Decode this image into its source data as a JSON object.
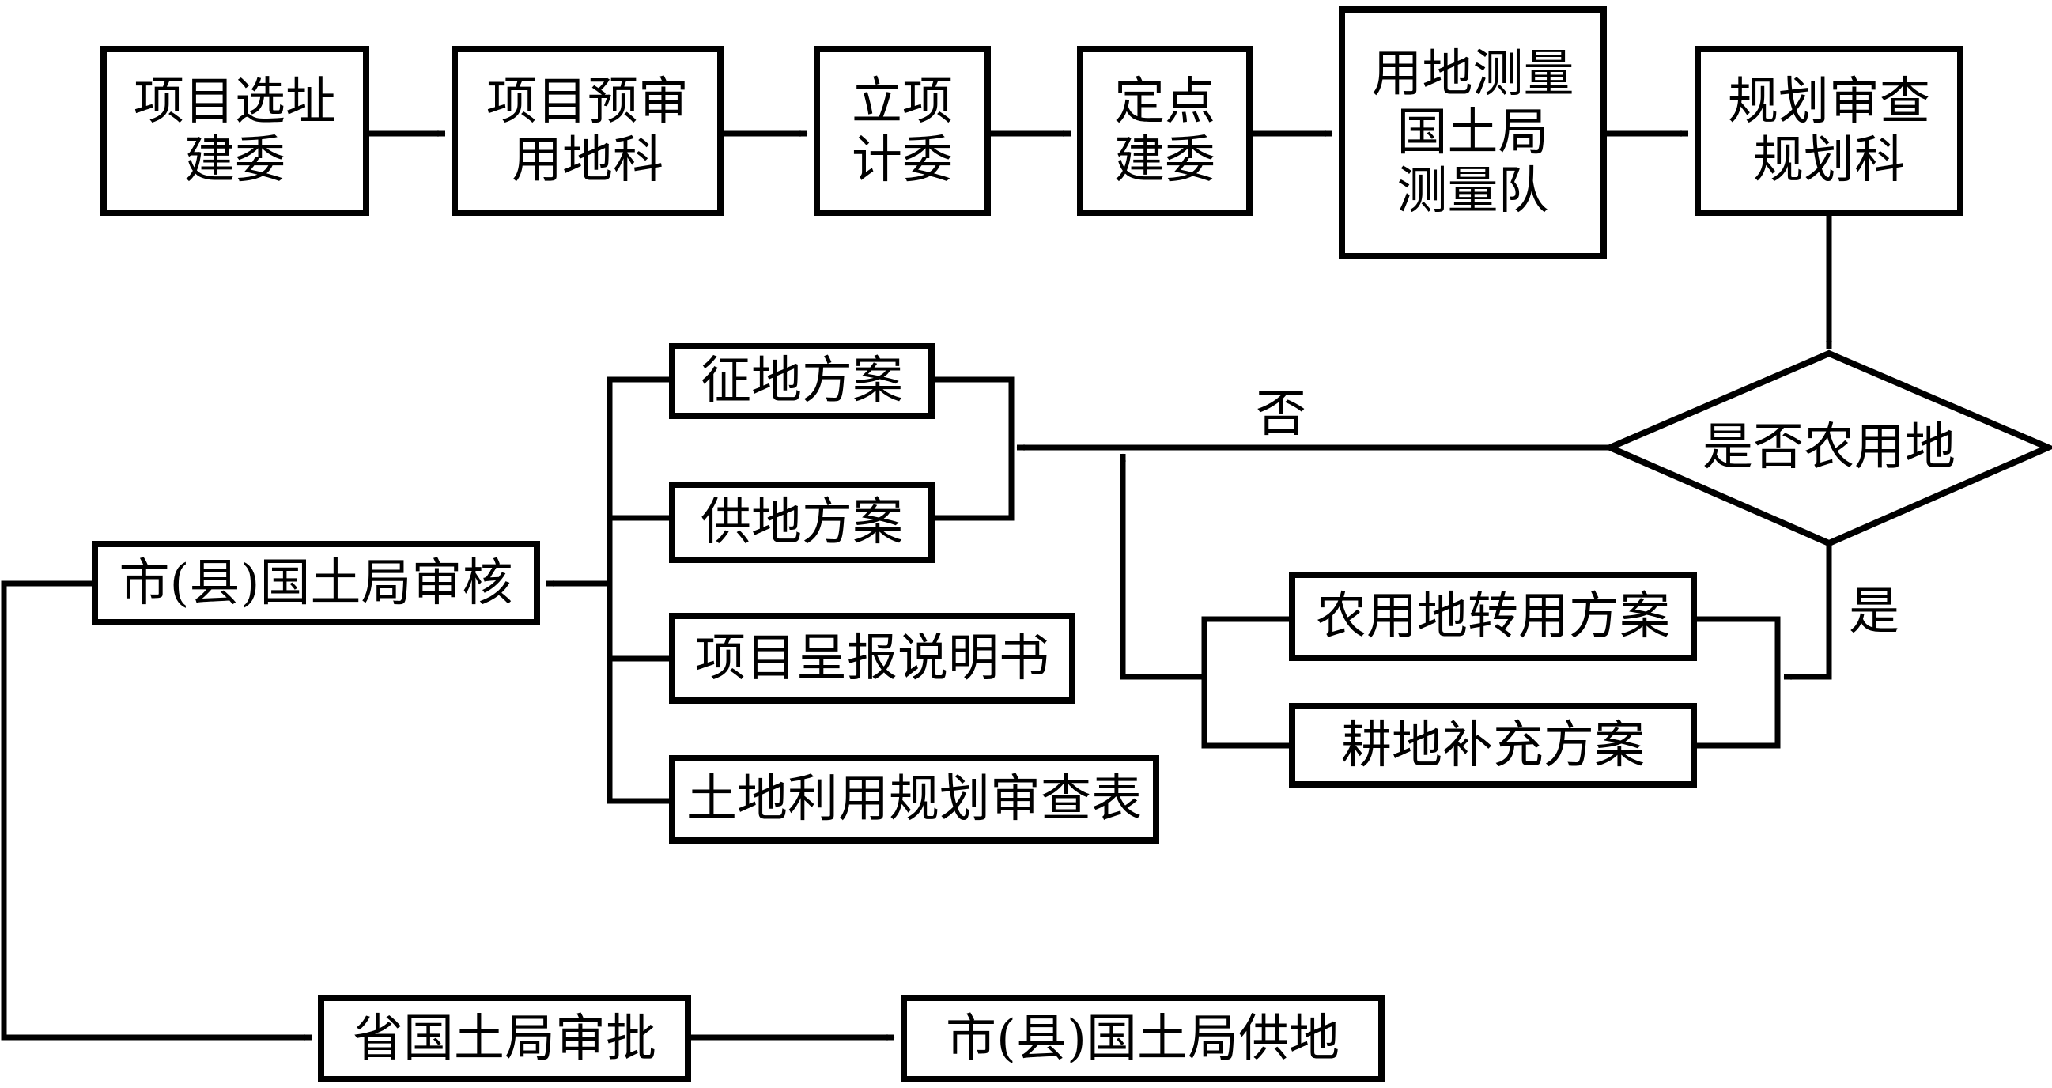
{
  "diagram": {
    "nodes": {
      "site_selection": "项目选址\n建委",
      "pre_review": "项目预审\n用地科",
      "project_approval": "立项\n计委",
      "site_fixing": "定点\n建委",
      "land_survey": "用地测量\n国土局\n测量队",
      "planning_review": "规划审查\n规划科",
      "decision": "是否农用地",
      "land_acquisition_plan": "征地方案",
      "land_supply_plan": "供地方案",
      "project_report": "项目呈报说明书",
      "land_use_planning_form": "土地利用规划审查表",
      "city_review": "市(县)国土局审核",
      "farmland_conversion_plan": "农用地转用方案",
      "arable_supplement_plan": "耕地补充方案",
      "province_approval": "省国土局审批",
      "city_supply": "市(县)国土局供地"
    },
    "edge_labels": {
      "no": "否",
      "yes": "是"
    },
    "line_color": "#000000",
    "background_color": "#ffffff"
  }
}
